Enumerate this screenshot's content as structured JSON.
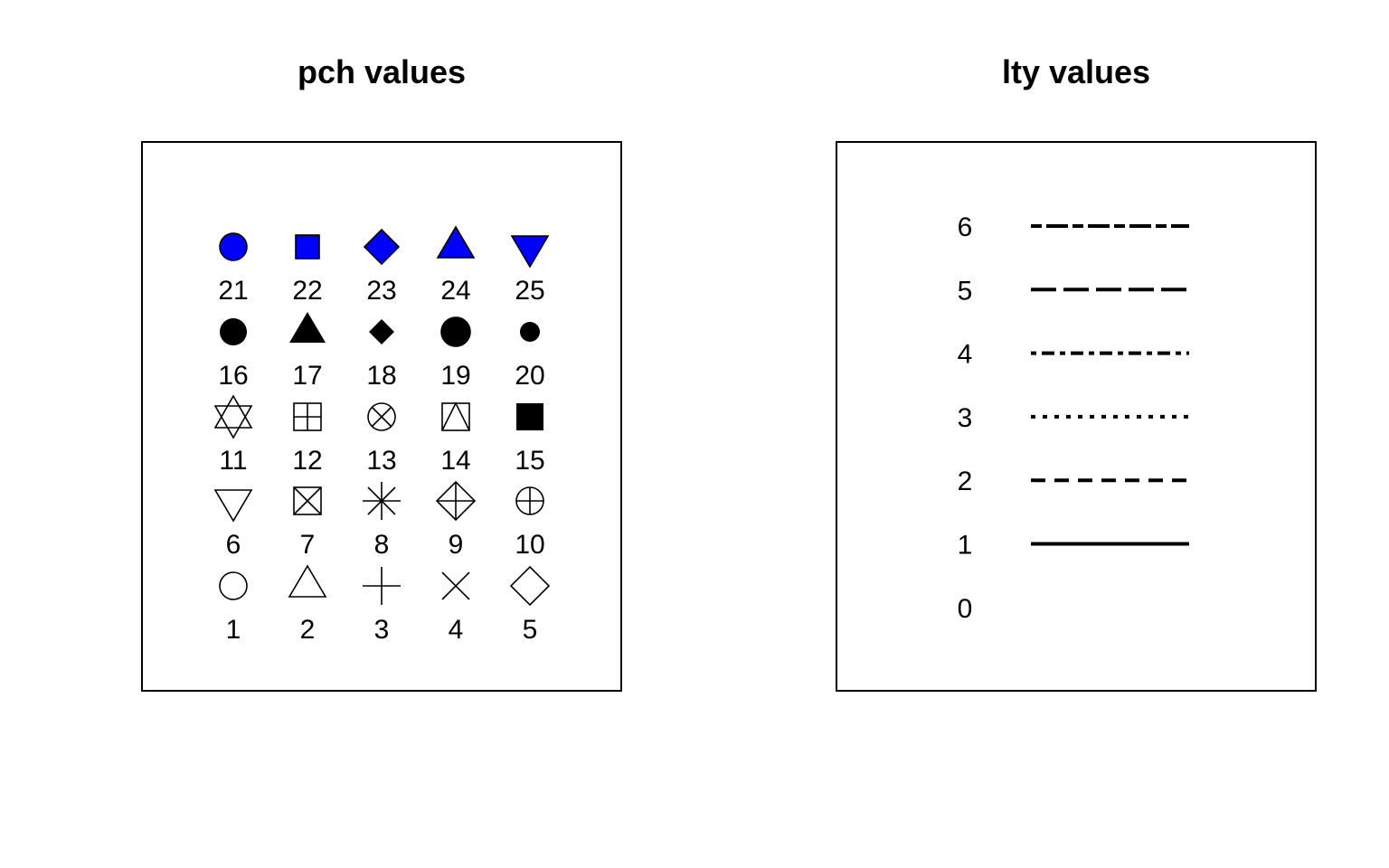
{
  "chart_data": [
    {
      "type": "scatter",
      "title": "pch values",
      "points": [
        {
          "pch": 21,
          "label": "21",
          "fill": "#0000ff"
        },
        {
          "pch": 22,
          "label": "22",
          "fill": "#0000ff"
        },
        {
          "pch": 23,
          "label": "23",
          "fill": "#0000ff"
        },
        {
          "pch": 24,
          "label": "24",
          "fill": "#0000ff"
        },
        {
          "pch": 25,
          "label": "25",
          "fill": "#0000ff"
        },
        {
          "pch": 16,
          "label": "16"
        },
        {
          "pch": 17,
          "label": "17"
        },
        {
          "pch": 18,
          "label": "18"
        },
        {
          "pch": 19,
          "label": "19"
        },
        {
          "pch": 20,
          "label": "20"
        },
        {
          "pch": 11,
          "label": "11"
        },
        {
          "pch": 12,
          "label": "12"
        },
        {
          "pch": 13,
          "label": "13"
        },
        {
          "pch": 14,
          "label": "14"
        },
        {
          "pch": 15,
          "label": "15"
        },
        {
          "pch": 6,
          "label": "6"
        },
        {
          "pch": 7,
          "label": "7"
        },
        {
          "pch": 8,
          "label": "8"
        },
        {
          "pch": 9,
          "label": "9"
        },
        {
          "pch": 10,
          "label": "10"
        },
        {
          "pch": 1,
          "label": "1"
        },
        {
          "pch": 2,
          "label": "2"
        },
        {
          "pch": 3,
          "label": "3"
        },
        {
          "pch": 4,
          "label": "4"
        },
        {
          "pch": 5,
          "label": "5"
        }
      ]
    },
    {
      "type": "line",
      "title": "lty values",
      "lines": [
        {
          "lty": 6,
          "label": "6",
          "style": "twodash"
        },
        {
          "lty": 5,
          "label": "5",
          "style": "longdash"
        },
        {
          "lty": 4,
          "label": "4",
          "style": "dotdash"
        },
        {
          "lty": 3,
          "label": "3",
          "style": "dotted"
        },
        {
          "lty": 2,
          "label": "2",
          "style": "dashed"
        },
        {
          "lty": 1,
          "label": "1",
          "style": "solid"
        },
        {
          "lty": 0,
          "label": "0",
          "style": "blank"
        }
      ]
    }
  ]
}
